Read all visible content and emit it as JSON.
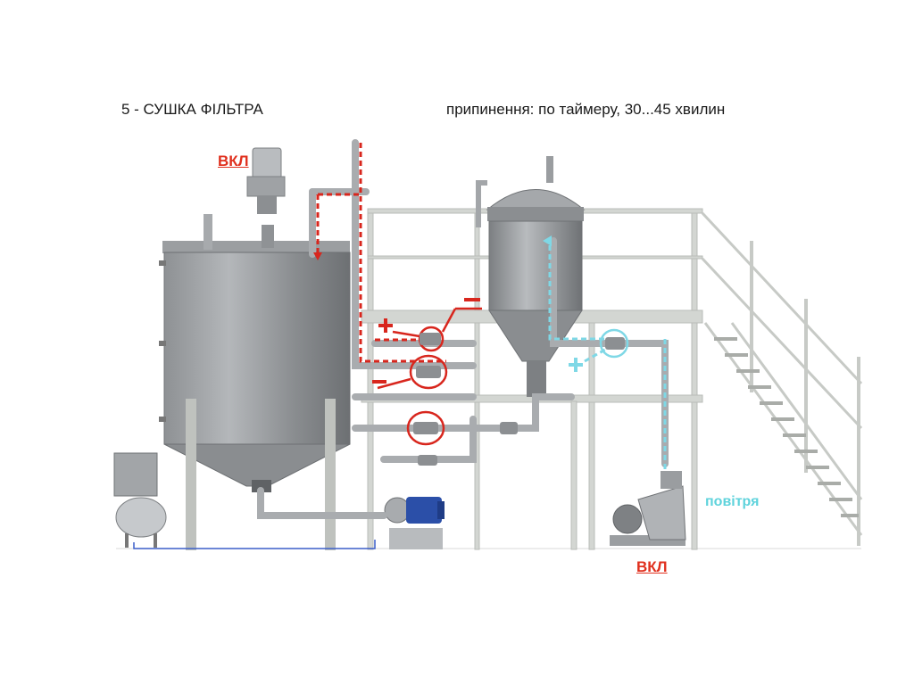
{
  "header": {
    "step_title": "5 - СУШКА ФІЛЬТРА",
    "stop_condition": "припинення: по таймеру, 30...45 хвилин"
  },
  "labels": {
    "agitator_motor_on": "ВКЛ",
    "blower_on": "ВКЛ",
    "air_label": "повітря",
    "plus_sign": "+",
    "minus_sign": "–"
  },
  "colors": {
    "on_label": "#e0301e",
    "air_label": "#5fd3dc",
    "valve_circle": "#d8261d",
    "air_flow": "#7fd8e6",
    "hot_flow": "#d8261d",
    "steel": "#9a9da0",
    "frame": "#cfd3cf"
  },
  "icons": [
    "agitator-motor-icon",
    "blower-fan-icon",
    "pump-motor-icon",
    "air-receiver-icon"
  ]
}
